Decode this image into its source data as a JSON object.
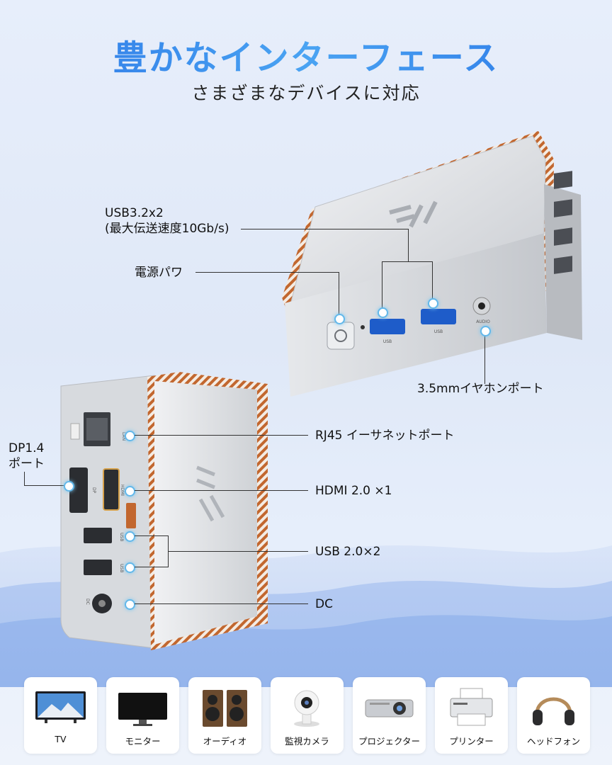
{
  "header": {
    "title": "豊かなインターフェース",
    "subtitle": "さまざまなデバイスに対応"
  },
  "callouts": {
    "usb32_line1": "USB3.2x2",
    "usb32_line2": "(最大伝送速度10Gb/s)",
    "power": "電源パワ",
    "audio": "3.5mmイヤホンポート",
    "dp_line1": "DP1.4",
    "dp_line2": "ポート",
    "rj45": "RJ45 イーサネットポート",
    "hdmi": "HDMI 2.0 ×1",
    "usb20": "USB 2.0×2",
    "dc": "DC"
  },
  "port_marks": {
    "usb": "USB",
    "audio": "AUDIO",
    "lan": "LAN",
    "dp": "DP",
    "hdmi": "HDMI",
    "dc": "DC"
  },
  "devices": [
    {
      "label": "TV",
      "icon": "tv-icon"
    },
    {
      "label": "モニター",
      "icon": "monitor-icon"
    },
    {
      "label": "オーディオ",
      "icon": "speakers-icon"
    },
    {
      "label": "監視カメラ",
      "icon": "security-camera-icon"
    },
    {
      "label": "プロジェクター",
      "icon": "projector-icon"
    },
    {
      "label": "プリンター",
      "icon": "printer-icon"
    },
    {
      "label": "ヘッドフォン",
      "icon": "headphones-icon"
    }
  ],
  "colors": {
    "title_blue": "#2f7ee8",
    "callout_dot": "#63b8ea",
    "vent_copper": "#c2672f"
  }
}
